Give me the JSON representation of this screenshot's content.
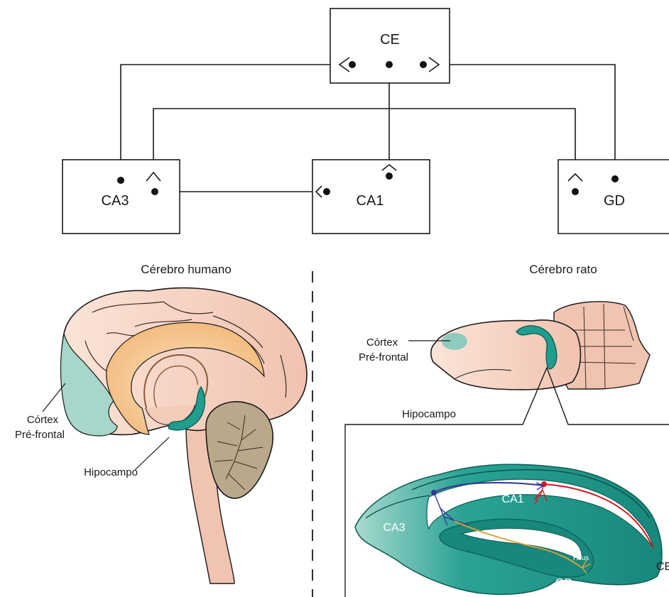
{
  "circuit": {
    "nodes": {
      "ce": "CE",
      "ca3": "CA3",
      "ca1": "CA1",
      "gd": "GD"
    }
  },
  "human": {
    "title": "Cérebro humano",
    "cortex_line1": "Córtex",
    "cortex_line2": "Pré-frontal",
    "hippocampus": "Hipocampo"
  },
  "rat": {
    "title": "Cérebro rato",
    "cortex_line1": "Córtex",
    "cortex_line2": "Pré-frontal",
    "hippocampus": "Hipocampo",
    "inset": {
      "ca1": "CA1",
      "ca3": "CA3",
      "hilus": "Hilus",
      "gd": "GD",
      "ce": "CE"
    }
  },
  "colors": {
    "teal": "#1f9e8e",
    "teal_dark": "#16766b",
    "prefrontal": "#9ed0c4",
    "skin": "#f6d3c4",
    "corpus": "#f5c690",
    "cerebellum": "#b9a98a",
    "red_path": "#d9161f",
    "blue_path": "#34349a",
    "orange_path": "#e0a13a"
  }
}
